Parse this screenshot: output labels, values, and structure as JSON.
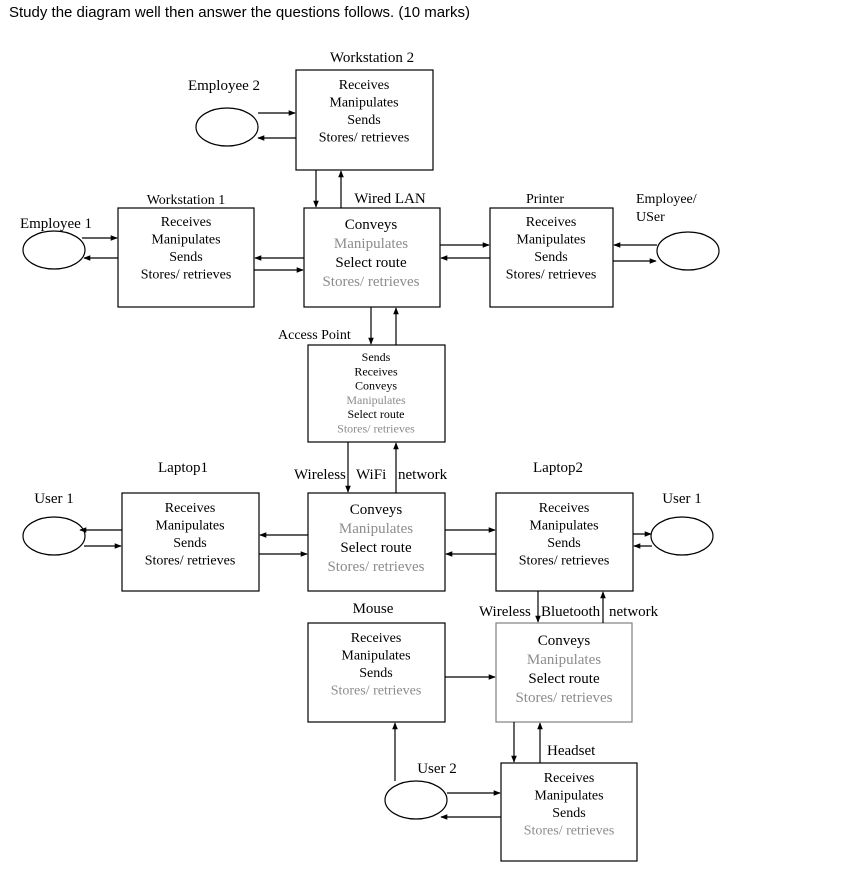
{
  "instruction": "Study the diagram well then answer the questions follows. (10 marks)",
  "colors": {
    "text": "#000000",
    "faded": "#8c8c8c"
  },
  "labels": {
    "workstation2": "Workstation  2",
    "employee2": "Employee  2",
    "workstation1": "Workstation  1",
    "employee1": "Employee  1",
    "wired_lan": "Wired LAN",
    "printer": "Printer",
    "employee_user_1": "Employee/",
    "employee_user_2": "USer",
    "access_point": "Access Point",
    "laptop1": "Laptop1",
    "wireless_wifi_a": "Wireless",
    "wireless_wifi_b": "WiFi",
    "wireless_wifi_c": "network",
    "laptop2": "Laptop2",
    "user1_left": "User  1",
    "user1_right": "User  1",
    "mouse": "Mouse",
    "wireless_bt_a": "Wireless",
    "wireless_bt_b": "Bluetooth",
    "wireless_bt_c": "network",
    "headset": "Headset",
    "user2": "User  2"
  },
  "boxes": {
    "workstation2": {
      "lines": [
        {
          "text": "Receives",
          "faded": false
        },
        {
          "text": "Manipulates",
          "faded": false
        },
        {
          "text": "Sends",
          "faded": false
        },
        {
          "text": "Stores/ retrieves",
          "faded": false
        }
      ]
    },
    "workstation1": {
      "lines": [
        {
          "text": "Receives",
          "faded": false
        },
        {
          "text": "Manipulates",
          "faded": false
        },
        {
          "text": "Sends",
          "faded": false
        },
        {
          "text": "Stores/ retrieves",
          "faded": false
        }
      ]
    },
    "wired_lan": {
      "lines": [
        {
          "text": "Conveys",
          "faded": false
        },
        {
          "text": "Manipulates",
          "faded": true
        },
        {
          "text": "Select route",
          "faded": false
        },
        {
          "text": "Stores/ retrieves",
          "faded": true
        }
      ]
    },
    "printer": {
      "lines": [
        {
          "text": "Receives",
          "faded": false
        },
        {
          "text": "Manipulates",
          "faded": false
        },
        {
          "text": "Sends",
          "faded": false
        },
        {
          "text": "Stores/ retrieves",
          "faded": false
        }
      ]
    },
    "access_point": {
      "lines": [
        {
          "text": "Sends",
          "faded": false
        },
        {
          "text": "Receives",
          "faded": false
        },
        {
          "text": "Conveys",
          "faded": false
        },
        {
          "text": "Manipulates",
          "faded": true
        },
        {
          "text": "Select route",
          "faded": false
        },
        {
          "text": "Stores/ retrieves",
          "faded": true
        }
      ]
    },
    "laptop1": {
      "lines": [
        {
          "text": "Receives",
          "faded": false
        },
        {
          "text": "Manipulates",
          "faded": false
        },
        {
          "text": "Sends",
          "faded": false
        },
        {
          "text": "Stores/ retrieves",
          "faded": false
        }
      ]
    },
    "wifi_network": {
      "lines": [
        {
          "text": "Conveys",
          "faded": false
        },
        {
          "text": "Manipulates",
          "faded": true
        },
        {
          "text": "Select route",
          "faded": false
        },
        {
          "text": "Stores/ retrieves",
          "faded": true
        }
      ]
    },
    "laptop2": {
      "lines": [
        {
          "text": "Receives",
          "faded": false
        },
        {
          "text": "Manipulates",
          "faded": false
        },
        {
          "text": "Sends",
          "faded": false
        },
        {
          "text": "Stores/ retrieves",
          "faded": false
        }
      ]
    },
    "mouse": {
      "lines": [
        {
          "text": "Receives",
          "faded": false
        },
        {
          "text": "Manipulates",
          "faded": false
        },
        {
          "text": "Sends",
          "faded": false
        },
        {
          "text": "Stores/ retrieves",
          "faded": true
        }
      ]
    },
    "bluetooth_network": {
      "lines": [
        {
          "text": "Conveys",
          "faded": false
        },
        {
          "text": "Manipulates",
          "faded": true
        },
        {
          "text": "Select route",
          "faded": false
        },
        {
          "text": "Stores/ retrieves",
          "faded": true
        }
      ]
    },
    "headset": {
      "lines": [
        {
          "text": "Receives",
          "faded": false
        },
        {
          "text": "Manipulates",
          "faded": false
        },
        {
          "text": "Sends",
          "faded": false
        },
        {
          "text": "Stores/ retrieves",
          "faded": true
        }
      ]
    }
  }
}
